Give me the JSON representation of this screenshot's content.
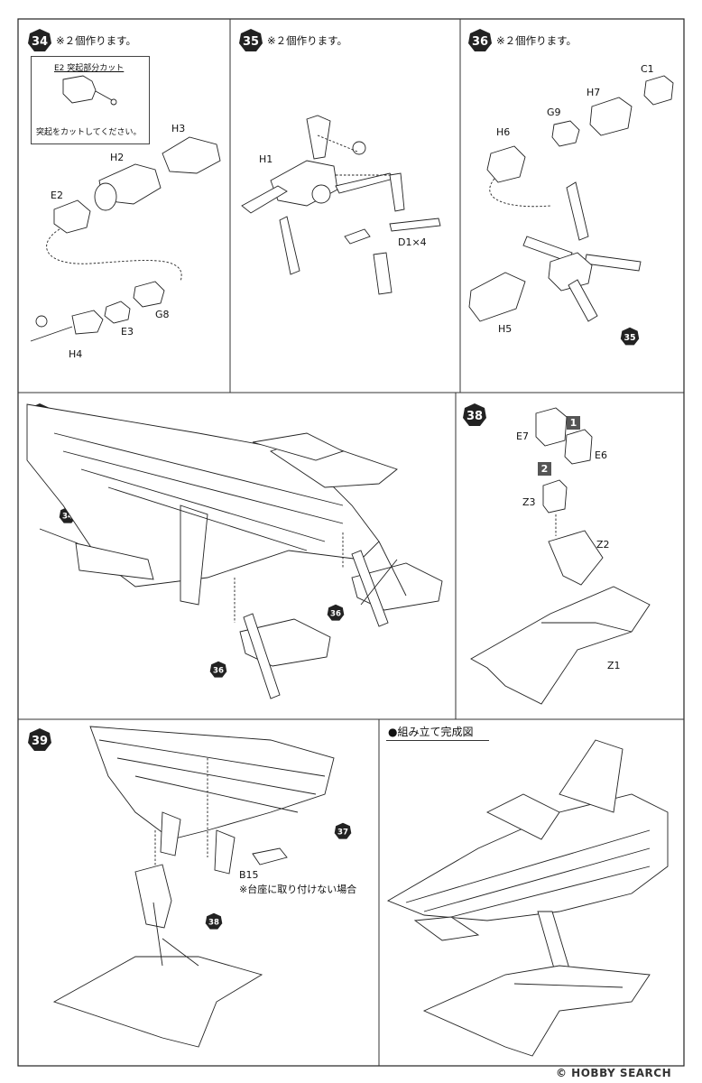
{
  "steps": {
    "s34": {
      "number": "34",
      "note": "※２個作ります。"
    },
    "s35": {
      "number": "35",
      "note": "※２個作ります。"
    },
    "s36": {
      "number": "36",
      "note": "※２個作ります。"
    },
    "s37": {
      "number": "37"
    },
    "s38": {
      "number": "38"
    },
    "s39": {
      "number": "39"
    }
  },
  "callout_34": {
    "title": "E2 突起部分カット",
    "body": "突起をカットしてください。"
  },
  "parts_34": [
    "H3",
    "H2",
    "E2",
    "G8",
    "E3",
    "H4"
  ],
  "parts_35": [
    "H1",
    "D1×4"
  ],
  "parts_36": [
    "C1",
    "H7",
    "G9",
    "H6",
    "H5"
  ],
  "refs_36": "35",
  "refs_37": {
    "a": "34",
    "b": "34",
    "c": "36",
    "d": "36"
  },
  "parts_38": {
    "e7": "E7",
    "e6": "E6",
    "z3": "Z3",
    "z2": "Z2",
    "z1": "Z1",
    "order1": "1",
    "order2": "2"
  },
  "step_39": {
    "b15": "B15",
    "b15_note": "※台座に取り付けない場合",
    "ref37": "37",
    "ref38": "38"
  },
  "complete": {
    "title": "●組み立て完成図"
  },
  "watermark": "© HOBBY SEARCH"
}
